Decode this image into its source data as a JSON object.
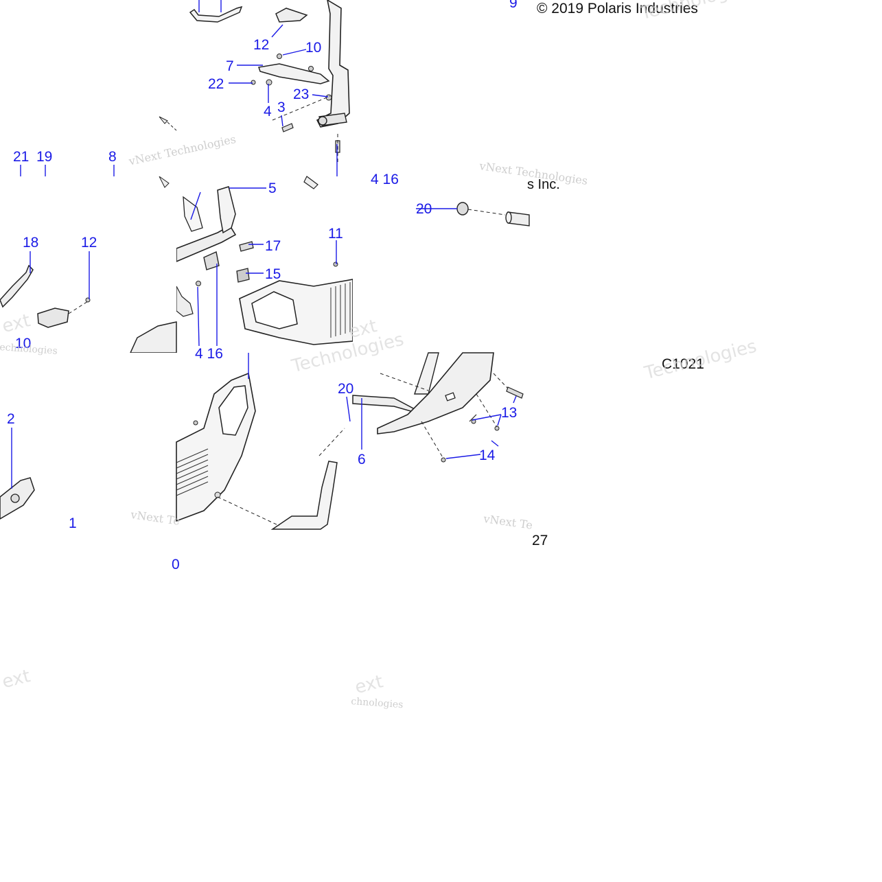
{
  "diagram": {
    "copyright": "© 2019 Polaris Industries",
    "copyright_fragment": "s Inc.",
    "drawing_code": "C1021",
    "page_number": "27",
    "watermark_small": "vNext Technologies",
    "watermark_large": "Technologies",
    "watermark_fragment_a": "vNext Te",
    "watermark_fragment_b": "ext",
    "watermark_fragment_c": "echnologies",
    "watermark_fragment_d": "chnologies",
    "callouts": {
      "c9": "9",
      "c12a": "12",
      "c10a": "10",
      "c7": "7",
      "c22": "22",
      "c23": "23",
      "c4a": "4",
      "c3": "3",
      "c21": "21",
      "c19": "19",
      "c8": "8",
      "c5": "5",
      "c4_16": "4 16",
      "c20a": "20",
      "c18": "18",
      "c12b": "12",
      "c17": "17",
      "c11": "11",
      "c15": "15",
      "c10b": "10",
      "c4_16b": "4 16",
      "c2": "2",
      "c20b": "20",
      "c13": "13",
      "c6": "6",
      "c14": "14",
      "c1": "1",
      "c0": "0"
    }
  }
}
